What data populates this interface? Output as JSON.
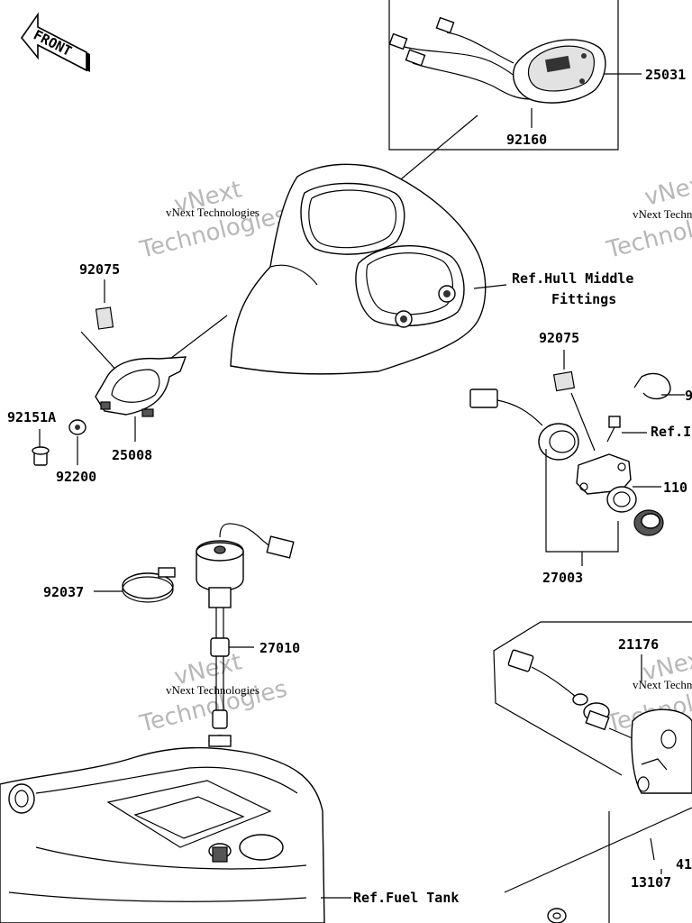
{
  "orientation": {
    "front_label": "FRONT"
  },
  "part_numbers": {
    "meter_assembly": "25031",
    "meter_screw": "92160",
    "cap_left": "92075",
    "cap_right": "92075",
    "bolt": "92151A",
    "washer": "92200",
    "bracket": "25008",
    "clamp": "92037",
    "fuel_gauge_sender": "27010",
    "switch_assembly": "27003",
    "switch_body": "110",
    "right_clip": "9",
    "lanyard_assembly": "21176",
    "pin": "13107",
    "lanyard_part": "41"
  },
  "references": {
    "hull_middle_line1": "Ref.Hull Middle",
    "hull_middle_line2": "Fittings",
    "fuel_tank": "Ref.Fuel Tank",
    "right_edge": "Ref.I"
  },
  "watermark": {
    "company": "vNext Technologies",
    "word1": "vNext",
    "word2": "Technologies"
  }
}
